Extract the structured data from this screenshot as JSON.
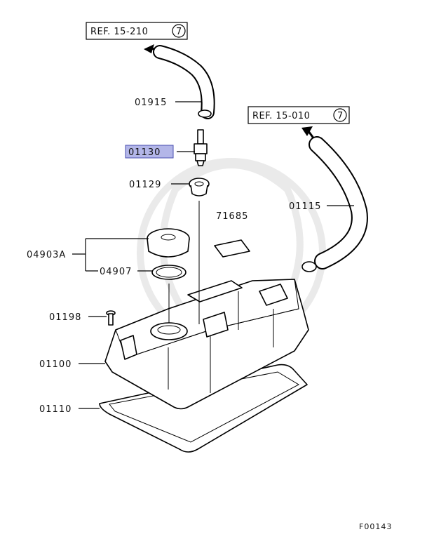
{
  "references": [
    {
      "id": "ref-top",
      "text": "REF. 15-210",
      "circle": "7"
    },
    {
      "id": "ref-right",
      "text": "REF. 15-010",
      "circle": "7"
    }
  ],
  "part_labels": [
    {
      "id": "p01915",
      "text": "01915"
    },
    {
      "id": "p01130",
      "text": "01130",
      "highlighted": true
    },
    {
      "id": "p01129",
      "text": "01129"
    },
    {
      "id": "p71685",
      "text": "71685"
    },
    {
      "id": "p01115",
      "text": "01115"
    },
    {
      "id": "p04903A",
      "text": "04903A"
    },
    {
      "id": "p04907",
      "text": "04907"
    },
    {
      "id": "p01198",
      "text": "01198"
    },
    {
      "id": "p01100",
      "text": "01100"
    },
    {
      "id": "p01110",
      "text": "01110"
    }
  ],
  "figure_code": "F00143",
  "colors": {
    "highlight": "#b3b6e8",
    "line": "#000000",
    "background": "#ffffff"
  }
}
